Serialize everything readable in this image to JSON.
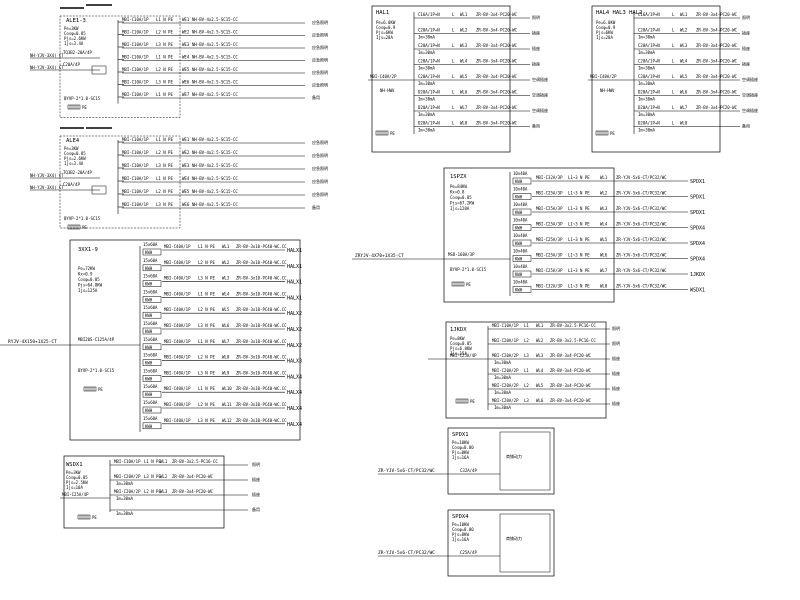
{
  "panels": [
    {
      "id": "ALE1-3",
      "box": "",
      "name": "ALE1-3",
      "params": [
        "Pe=3KW",
        "Cosφ=0.85",
        "Pjs=2.6KW",
        "Ijs=3.4A"
      ],
      "incomers": [
        {
          "label": "NH-YJV-3X4) CT"
        },
        {
          "label": "NH-YJV-3X4) CT"
        }
      ],
      "main_breakers": [
        "C20A/4P",
        "TQ3B2-20A/4P"
      ],
      "note": "BYVP-2*1.0-SC15",
      "circuits": [
        {
          "brk": "MBI-C10A/1P",
          "phase": "L1 N PE",
          "id": "WE1",
          "cable": "NH-BV-4x2.5-SC15-CC",
          "load": "应急照明"
        },
        {
          "brk": "MBI-C10A/1P",
          "phase": "L2 N PE",
          "id": "WE2",
          "cable": "NH-BV-4x2.5-SC15-CC",
          "load": "应急照明"
        },
        {
          "brk": "MBI-C10A/1P",
          "phase": "L3 N PE",
          "id": "WE3",
          "cable": "NH-BV-4x2.5-SC15-CC",
          "load": "应急照明"
        },
        {
          "brk": "MBI-C10A/1P",
          "phase": "L1 N PE",
          "id": "WE4",
          "cable": "NH-BV-4x2.5-SC15-CC",
          "load": "应急照明"
        },
        {
          "brk": "MBI-C10A/1P",
          "phase": "L2 N PE",
          "id": "WE5",
          "cable": "NH-BV-4x2.5-SC15-CC",
          "load": "应急照明"
        },
        {
          "brk": "MBI-C10A/1P",
          "phase": "L3 N PE",
          "id": "WE6",
          "cable": "NH-BV-4x2.5-SC15-CC",
          "load": "应急照明"
        },
        {
          "brk": "MBI-C10A/1P",
          "phase": "L1 N PE",
          "id": "WE7",
          "cable": "NH-BV-4x2.5-SC15-CC",
          "load": "备用"
        }
      ]
    },
    {
      "id": "ALE4",
      "name": "ALE4",
      "params": [
        "Pe=3KW",
        "Cosφ=0.85",
        "Pjs=2.6KW",
        "Ijs=3.4A"
      ],
      "incomers": [
        {
          "label": "NH-YJV-3X4) CT"
        },
        {
          "label": "NH-YJV-3X4) CT"
        }
      ],
      "main_breakers": [
        "C20A/4P",
        "TQ3B2-20A/4P"
      ],
      "note": "BYVP-2*1.0-SC15",
      "circuits": [
        {
          "brk": "MBI-C10A/1P",
          "phase": "L1 N PE",
          "id": "WE1",
          "cable": "NH-BV-4x2.5-SC15-CC",
          "load": "应急照明"
        },
        {
          "brk": "MBI-C10A/1P",
          "phase": "L2 N PE",
          "id": "WE2",
          "cable": "NH-BV-4x2.5-SC15-CC",
          "load": "应急照明"
        },
        {
          "brk": "MBI-C10A/1P",
          "phase": "L3 N PE",
          "id": "WE3",
          "cable": "NH-BV-4x2.5-SC15-CC",
          "load": "应急照明"
        },
        {
          "brk": "MBI-C10A/1P",
          "phase": "L1 N PE",
          "id": "WE4",
          "cable": "NH-BV-4x2.5-SC15-CC",
          "load": "应急照明"
        },
        {
          "brk": "MBI-C10A/1P",
          "phase": "L2 N PE",
          "id": "WE5",
          "cable": "NH-BV-4x2.5-SC15-CC",
          "load": "应急照明"
        },
        {
          "brk": "MBI-C10A/1P",
          "phase": "L3 N PE",
          "id": "WE6",
          "cable": "NH-BV-4x2.5-SC15-CC",
          "load": "备用"
        }
      ]
    },
    {
      "id": "3XX1-9",
      "name": "3XX1-9",
      "params": [
        "Pe=72KW",
        "Kx=0.9",
        "Cosφ=0.85",
        "Pjs=64.8KW",
        "Ijs=125A"
      ],
      "incomer": "RYJV-4X150+1X25-CT",
      "main_breaker": "MBI20S-C125A/4P",
      "note": "BYVP-2*1.0-SC15",
      "circuits": [
        {
          "kwh": "15x60A",
          "brk": "MBI-C40A/1P",
          "phase": "L1 N PE",
          "id": "WL1",
          "cable": "ZR-BV-3x10-PC40-WC.CC",
          "load": "HALX1"
        },
        {
          "kwh": "15x60A",
          "brk": "MBI-C40A/1P",
          "phase": "L2 N PE",
          "id": "WL2",
          "cable": "ZR-BV-3x10-PC40-WC.CC",
          "load": "HALX1"
        },
        {
          "kwh": "15x60A",
          "brk": "MBI-C40A/1P",
          "phase": "L3 N PE",
          "id": "WL3",
          "cable": "ZR-BV-3x10-PC40-WC.CC",
          "load": "HALX1"
        },
        {
          "kwh": "15x60A",
          "brk": "MBI-C40A/1P",
          "phase": "L1 N PE",
          "id": "WL4",
          "cable": "ZR-BV-3x10-PC40-WC.CC",
          "load": "HALX1"
        },
        {
          "kwh": "15x60A",
          "brk": "MBI-C40A/1P",
          "phase": "L2 N PE",
          "id": "WL5",
          "cable": "ZR-BV-3x10-PC40-WC.CC",
          "load": "HALX2"
        },
        {
          "kwh": "15x60A",
          "brk": "MBI-C40A/1P",
          "phase": "L3 N PE",
          "id": "WL6",
          "cable": "ZR-BV-3x10-PC40-WC.CC",
          "load": "HALX2"
        },
        {
          "kwh": "15x60A",
          "brk": "MBI-C40A/1P",
          "phase": "L1 N PE",
          "id": "WL7",
          "cable": "ZR-BV-3x10-PC40-WC.CC",
          "load": "HALX2"
        },
        {
          "kwh": "15x60A",
          "brk": "MBI-C40A/1P",
          "phase": "L2 N PE",
          "id": "WL8",
          "cable": "ZR-BV-3x10-PC40-WC.CC",
          "load": "HALX3"
        },
        {
          "kwh": "15x60A",
          "brk": "MBI-C40A/1P",
          "phase": "L3 N PE",
          "id": "WL9",
          "cable": "ZR-BV-3x10-PC40-WC.CC",
          "load": "HALX4"
        },
        {
          "kwh": "15x60A",
          "brk": "MBI-C40A/1P",
          "phase": "L1 N PE",
          "id": "WL10",
          "cable": "ZR-BV-3x10-PC40-WC.CC",
          "load": "HALX4"
        },
        {
          "kwh": "15x60A",
          "brk": "MBI-C40A/1P",
          "phase": "L2 N PE",
          "id": "WL11",
          "cable": "ZR-BV-3x10-PC40-WC.CC",
          "load": "HALX4"
        },
        {
          "kwh": "15x60A",
          "brk": "MBI-C40A/1P",
          "phase": "L3 N PE",
          "id": "WL12",
          "cable": "ZR-BV-3x10-PC40-WC.CC",
          "load": "HALX4"
        }
      ]
    },
    {
      "id": "WSDX1",
      "name": "WSDX1",
      "params": [
        "Pe=3KW",
        "Cosφ=0.85",
        "Pjs=2.5KW",
        "Ijs=10A"
      ],
      "incomer": "MBI-C25A/4P",
      "circuits": [
        {
          "brk": "MBI-C10A/1P",
          "phase": "L1 N PE",
          "id": "WL1",
          "cable": "ZR-BV-3x2.5-PC16-CC",
          "load": "照明",
          "rcd": ""
        },
        {
          "brk": "MBI-C20A/2P",
          "phase": "L3 N PE",
          "id": "WL2",
          "cable": "ZR-BV-3x4-PC20-WC",
          "load": "插座",
          "rcd": "Im=30mA"
        },
        {
          "brk": "MBI-C20A/2P",
          "phase": "L2 N PE",
          "id": "WL3",
          "cable": "ZR-BV-3x4-PC20-WC",
          "load": "插座",
          "rcd": "Im=30mA"
        },
        {
          "brk": "",
          "phase": "",
          "id": "",
          "cable": "",
          "load": "备用",
          "rcd": "Im=30mA"
        }
      ]
    },
    {
      "id": "HAL1",
      "name": "HAL1",
      "params": [
        "Pe=6.0KW",
        "Cosφ=0.9",
        "Pjs=6KW",
        "Ijs=28A"
      ],
      "incomer": "MBI-C40A/2P",
      "feed": "NH-HWV",
      "circuits": [
        {
          "brk": "C16A/1P+N",
          "phase": "L",
          "id": "WL1",
          "cable": "ZR-BV-3x4-PC20-WC",
          "load": "照明",
          "rcd": ""
        },
        {
          "brk": "C20A/1P+N",
          "phase": "L",
          "id": "WL2",
          "cable": "ZR-BV-3x4-PC20-WC",
          "load": "插座",
          "rcd": "Im=30mA"
        },
        {
          "brk": "C20A/1P+N",
          "phase": "L",
          "id": "WL3",
          "cable": "ZR-BV-3x4-PC20-WC",
          "load": "插座",
          "rcd": "Im=30mA"
        },
        {
          "brk": "C20A/1P+N",
          "phase": "L",
          "id": "WL4",
          "cable": "ZR-BV-3x4-PC20-WC",
          "load": "插座",
          "rcd": "Im=30mA"
        },
        {
          "brk": "C20A/1P+N",
          "phase": "L",
          "id": "WL5",
          "cable": "ZR-BV-3x4-PC20-WC",
          "load": "空调插座",
          "rcd": "Im=30mA"
        },
        {
          "brk": "D20A/1P+N",
          "phase": "L",
          "id": "WL6",
          "cable": "ZR-BV-3x4-PC20-WC",
          "load": "空调插座",
          "rcd": "Im=30mA"
        },
        {
          "brk": "D20A/1P+N",
          "phase": "L",
          "id": "WL7",
          "cable": "ZR-BV-3x4-PC20-WC",
          "load": "空调插座",
          "rcd": "Im=30mA"
        },
        {
          "brk": "D20A/1P+N",
          "phase": "L",
          "id": "WL8",
          "cable": "ZR-BV-3x4-PC20-WC",
          "load": "备用",
          "rcd": "Im=30mA"
        }
      ]
    },
    {
      "id": "HAL4",
      "name": "HAL4 HAL3 HAL2",
      "params": [
        "Pe=6.0KW",
        "Cosφ=0.9",
        "Pjs=6KW",
        "Ijs=28A"
      ],
      "incomer": "MBI-C40A/2P",
      "feed": "NH-HWV",
      "circuits": [
        {
          "brk": "C16A/1P+N",
          "phase": "L",
          "id": "WL1",
          "cable": "ZR-BV-3x4-PC20-WC",
          "load": "照明",
          "rcd": ""
        },
        {
          "brk": "C20A/1P+N",
          "phase": "L",
          "id": "WL2",
          "cable": "ZR-BV-3x4-PC20-WC",
          "load": "插座",
          "rcd": "Im=30mA"
        },
        {
          "brk": "C20A/1P+N",
          "phase": "L",
          "id": "WL3",
          "cable": "ZR-BV-3x4-PC20-WC",
          "load": "插座",
          "rcd": "Im=30mA"
        },
        {
          "brk": "C20A/1P+N",
          "phase": "L",
          "id": "WL4",
          "cable": "ZR-BV-3x4-PC20-WC",
          "load": "插座",
          "rcd": "Im=30mA"
        },
        {
          "brk": "C20A/1P+N",
          "phase": "L",
          "id": "WL5",
          "cable": "ZR-BV-3x4-PC20-WC",
          "load": "空调插座",
          "rcd": "Im=30mA"
        },
        {
          "brk": "D20A/1P+N",
          "phase": "L",
          "id": "WL6",
          "cable": "ZR-BV-3x4-PC20-WC",
          "load": "空调插座",
          "rcd": "Im=30mA"
        },
        {
          "brk": "D20A/1P+N",
          "phase": "L",
          "id": "WL7",
          "cable": "ZR-BV-3x4-PC20-WC",
          "load": "空调插座",
          "rcd": "Im=30mA"
        },
        {
          "brk": "D20A/1P+N",
          "phase": "L",
          "id": "WL8",
          "cable": "",
          "load": "备用",
          "rcd": "Im=30mA"
        }
      ]
    },
    {
      "id": "1SPZX",
      "name": "1SPZX",
      "params": [
        "Pe=84KW",
        "Kx=0.8",
        "Cosφ=0.85",
        "Pjs=67.2KW",
        "Ijs=120A"
      ],
      "incomer": "ZRYJV-4X70+1X35-CT",
      "main_breaker": "MSD-160A/3P",
      "note": "BYVP-2*1.0-SC15",
      "circuits": [
        {
          "kwh": "10x40A",
          "brk": "MBI-C32A/3P",
          "phase": "L1~3 N PE",
          "id": "WL1",
          "cable": "ZR-YJV-5x6-CT/PC32/WC",
          "load": "SPDX1"
        },
        {
          "kwh": "10x40A",
          "brk": "MBI-C25A/3P",
          "phase": "L1~3 N PE",
          "id": "WL2",
          "cable": "ZR-YJV-5x6-CT/PC32/WC",
          "load": "SPDX1"
        },
        {
          "kwh": "10x40A",
          "brk": "MBI-C25A/3P",
          "phase": "L1~3 N PE",
          "id": "WL3",
          "cable": "ZR-YJV-5x6-CT/PC32/WC",
          "load": "SPDX1"
        },
        {
          "kwh": "10x40A",
          "brk": "MBI-C25A/3P",
          "phase": "L1~3 N PE",
          "id": "WL4",
          "cable": "ZR-YJV-5x6-CT/PC32/WC",
          "load": "SPDX4"
        },
        {
          "kwh": "10x40A",
          "brk": "MBI-C25A/3P",
          "phase": "L1~3 N PE",
          "id": "WL5",
          "cable": "ZR-YJV-5x6-CT/PC32/WC",
          "load": "SPDX4"
        },
        {
          "kwh": "10x40A",
          "brk": "MBI-C25A/3P",
          "phase": "L1~3 N PE",
          "id": "WL6",
          "cable": "ZR-YJV-5x6-CT/PC32/WC",
          "load": "SPDX4"
        },
        {
          "kwh": "10x40A",
          "brk": "MBI-C25A/3P",
          "phase": "L1~3 N PE",
          "id": "WL7",
          "cable": "ZR-YJV-5x6-CT/PC32/WC",
          "load": "1JKDX"
        },
        {
          "kwh": "10x40A",
          "brk": "MBI-C32A/3P",
          "phase": "L1~3 N PE",
          "id": "WL8",
          "cable": "ZR-YJV-5x6-CT/PC32/WC",
          "load": "WSDX1"
        }
      ]
    },
    {
      "id": "1JKDX",
      "name": "1JKDX",
      "params": [
        "Pe=8KW",
        "Cosφ=0.85",
        "Pjs=6.8KW",
        "Ijs=15A"
      ],
      "incomer": "MBI-C25A/4P",
      "circuits": [
        {
          "brk": "MBI-C10A/1P",
          "phase": "L1",
          "id": "WL1",
          "cable": "ZR-BV-3x2.5-PC16-CC",
          "load": "照明",
          "rcd": ""
        },
        {
          "brk": "MBI-C20A/1P",
          "phase": "L2",
          "id": "WL2",
          "cable": "ZR-BV-3x2.5-PC16-CC",
          "load": "照明",
          "rcd": ""
        },
        {
          "brk": "MBI-C20A/2P",
          "phase": "L3",
          "id": "WL3",
          "cable": "ZR-BV-3x4-PC20-WC",
          "load": "插座",
          "rcd": "Im=30mA"
        },
        {
          "brk": "MBI-C20A/2P",
          "phase": "L1",
          "id": "WL4",
          "cable": "ZR-BV-3x4-PC20-WC",
          "load": "插座",
          "rcd": "Im=30mA"
        },
        {
          "brk": "MBI-C20A/2P",
          "phase": "L2",
          "id": "WL5",
          "cable": "ZR-BV-3x4-PC20-WC",
          "load": "插座",
          "rcd": "Im=30mA"
        },
        {
          "brk": "MBI-C20A/2P",
          "phase": "L3",
          "id": "WL6",
          "cable": "ZR-BV-3x4-PC20-WC",
          "load": "插座",
          "rcd": "Im=30mA"
        }
      ]
    },
    {
      "id": "SPDX1",
      "name": "SPDX1",
      "params": [
        "Pe=10KW",
        "Cosφ=0.80",
        "Pjs=8KW",
        "Ijs=16A"
      ],
      "incomer": "ZR-YJV-5x6-CT/PC32/WC",
      "breaker": "C32A/4P",
      "load": "商铺动力"
    },
    {
      "id": "SPDX4",
      "name": "SPDX4",
      "params": [
        "Pe=10KW",
        "Cosφ=0.80",
        "Pjs=8KW",
        "Ijs=16A"
      ],
      "incomer": "ZR-YJV-5x6-CT/PC32/WC",
      "breaker": "C25A/4P",
      "load": "商铺动力"
    }
  ],
  "common": {
    "pe_label": "PE",
    "kwh_label": "KWH"
  }
}
